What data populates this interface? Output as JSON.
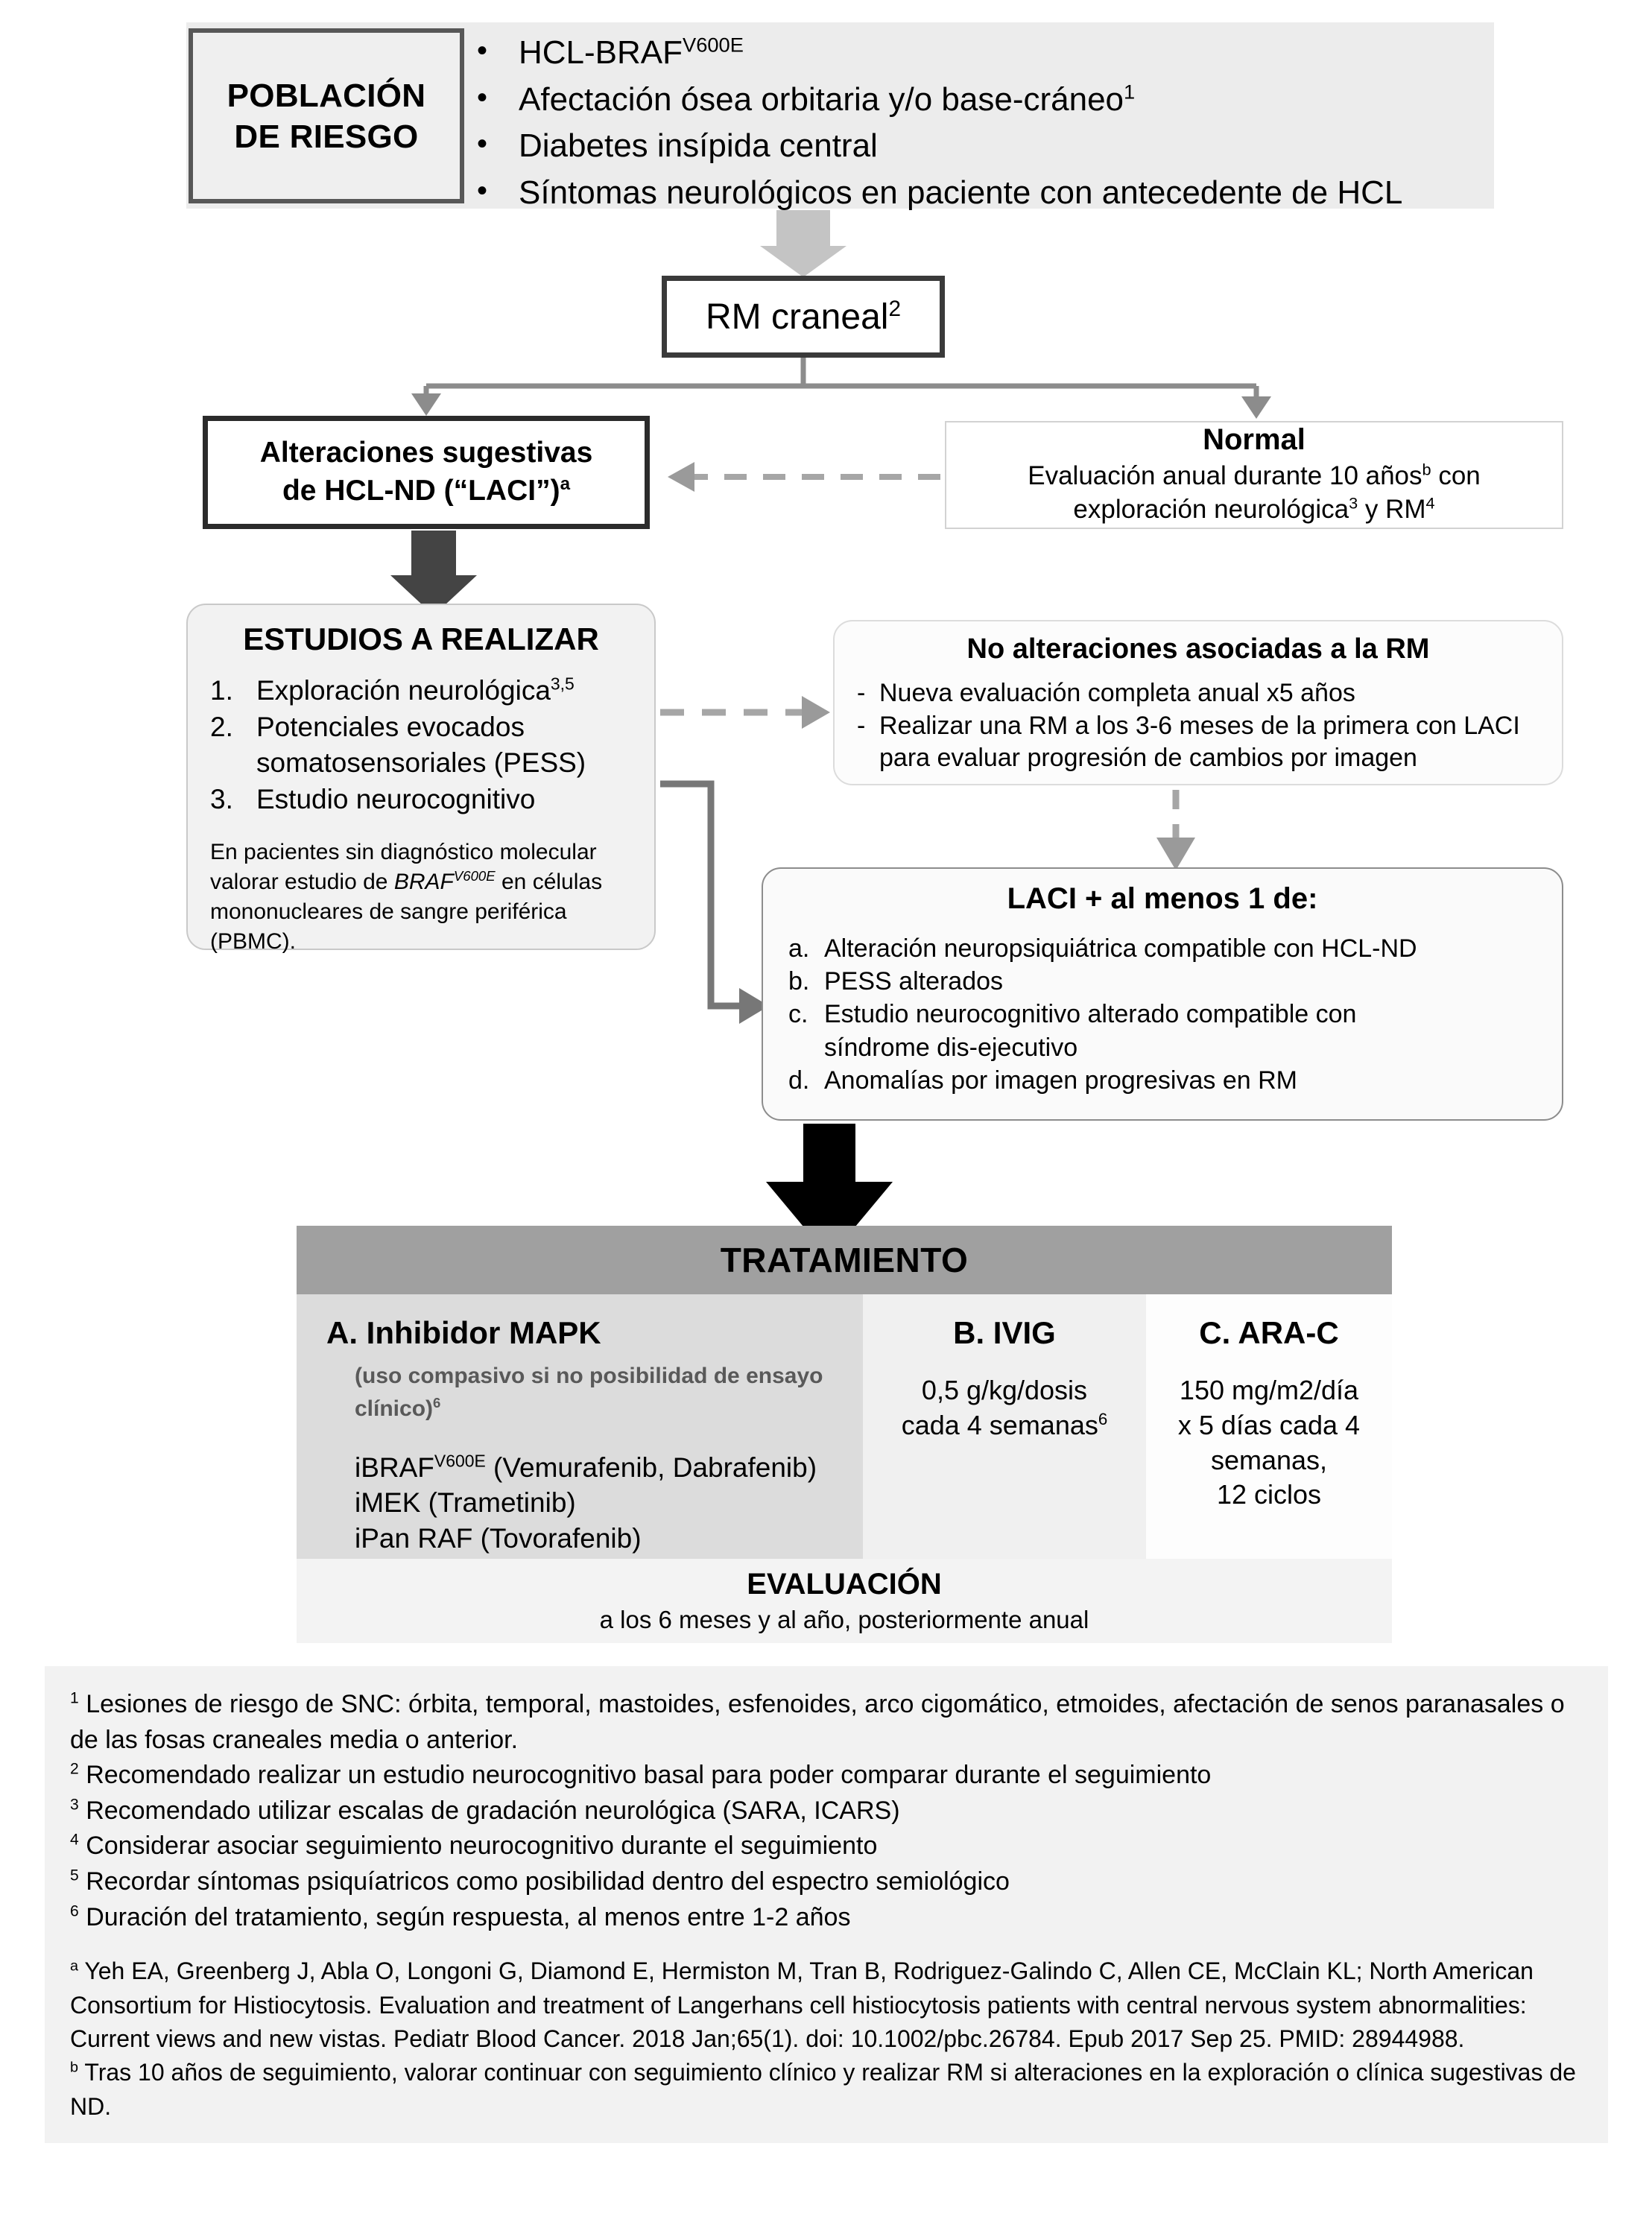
{
  "population": {
    "label": "POBLACIÓN\nDE RIESGO",
    "label_line1": "POBLACIÓN",
    "label_line2": "DE RIESGO",
    "items": [
      {
        "text": "HCL-BRAF",
        "sup": "V600E",
        "after": ""
      },
      {
        "text": "Afectación ósea orbitaria y/o base-cráneo",
        "sup": "1",
        "after": ""
      },
      {
        "text": "Diabetes insípida central",
        "sup": "",
        "after": ""
      },
      {
        "text": "Síntomas neurológicos en paciente con antecedente de HCL",
        "sup": "",
        "after": ""
      }
    ]
  },
  "rm": {
    "label": "RM craneal",
    "sup": "2"
  },
  "alteraciones": {
    "line1": "Alteraciones sugestivas",
    "line2": "de HCL-ND (“LACI”)",
    "sup": "a"
  },
  "normal": {
    "title": "Normal",
    "line1_a": "Evaluación anual  durante 10 años",
    "line1_sup": "b",
    "line1_b": " con",
    "line2_a": "exploración neurológica",
    "line2_sup1": "3",
    "line2_b": " y RM",
    "line2_sup2": "4"
  },
  "estudios": {
    "title": "ESTUDIOS A REALIZAR",
    "items": [
      {
        "n": "1.",
        "text": "Exploración neurológica",
        "sup": "3,5"
      },
      {
        "n": "2.",
        "text": "Potenciales evocados",
        "sup": ""
      },
      {
        "n": "",
        "text": "somatosensoriales (PESS)",
        "sup": ""
      },
      {
        "n": "3.",
        "text": "Estudio neurocognitivo",
        "sup": ""
      }
    ],
    "note_a": "En pacientes sin diagnóstico molecular valorar estudio de ",
    "note_gene": "BRAF",
    "note_gene_sup": "V600E",
    "note_b": " en células mononucleares de sangre periférica (PBMC)."
  },
  "no_alteraciones": {
    "title": "No alteraciones asociadas a la RM",
    "items": [
      "Nueva evaluación completa  anual  x5 años",
      "Realizar una RM a los 3-6 meses de la primera con LACI para evaluar progresión de cambios por imagen"
    ]
  },
  "laci": {
    "title": "LACI + al menos 1 de:",
    "items": [
      {
        "n": "a.",
        "text": "Alteración neuropsiquiátrica compatible con HCL-ND",
        "cont": ""
      },
      {
        "n": "b.",
        "text": "PESS alterados",
        "cont": ""
      },
      {
        "n": "c.",
        "text": "Estudio neurocognitivo alterado compatible con",
        "cont": "síndrome dis-ejecutivo"
      },
      {
        "n": "d.",
        "text": "Anomalías por imagen progresivas en RM",
        "cont": ""
      }
    ]
  },
  "tratamiento": {
    "header": "TRATAMIENTO",
    "col_a": {
      "title": "A. Inhibidor MAPK",
      "sub_a": "(uso compasivo si no posibilidad de ensayo clínico)",
      "sub_sup": "6",
      "drug1_a": "iBRAF",
      "drug1_sup": "V600E",
      "drug1_b": " (Vemurafenib, Dabrafenib)",
      "drug2": "iMEK (Trametinib)",
      "drug3": "iPan RAF (Tovorafenib)"
    },
    "col_b": {
      "title": "B. IVIG",
      "line1": "0,5 g/kg/dosis",
      "line2_a": "cada 4 semanas",
      "line2_sup": "6"
    },
    "col_c": {
      "title": "C. ARA-C",
      "line1": "150 mg/m2/día",
      "line2": "x 5 días cada 4",
      "line3": "semanas,",
      "line4": "12 ciclos"
    },
    "evaluacion": {
      "title": "EVALUACIÓN",
      "sub": "a los 6 meses y al año, posteriormente anual"
    }
  },
  "footnotes": {
    "numbered": [
      {
        "mark": "1",
        "text": "Lesiones de riesgo de SNC: órbita, temporal, mastoides, esfenoides, arco cigomático, etmoides, afectación de senos paranasales o de las  fosas craneales media o anterior."
      },
      {
        "mark": "2",
        "text": "Recomendado realizar un estudio neurocognitivo basal para poder comparar durante el seguimiento"
      },
      {
        "mark": "3",
        "text": "Recomendado utilizar escalas de gradación neurológica (SARA, ICARS)"
      },
      {
        "mark": "4",
        "text": "Considerar asociar seguimiento neurocognitivo durante el seguimiento"
      },
      {
        "mark": "5",
        "text": "Recordar síntomas psiquíatricos como posibilidad dentro del espectro semiológico"
      },
      {
        "mark": "6",
        "text": "Duración del tratamiento, según respuesta, al menos entre 1-2 años"
      }
    ],
    "lettered": [
      {
        "mark": "a",
        "text": "Yeh EA, Greenberg J, Abla O, Longoni G, Diamond E, Hermiston M, Tran B, Rodriguez-Galindo C, Allen CE, McClain KL; North American Consortium for Histiocytosis. Evaluation and treatment of Langerhans cell histiocytosis patients with central nervous system abnormalities: Current views and new vistas. Pediatr Blood Cancer. 2018 Jan;65(1). doi: 10.1002/pbc.26784. Epub 2017 Sep 25. PMID: 28944988."
      },
      {
        "mark": "b",
        "text": "Tras 10 años de seguimiento, valorar continuar con seguimiento clínico y realizar RM si alteraciones en la exploración o clínica sugestivas de ND."
      }
    ]
  },
  "colors": {
    "band_gray": "#ececec",
    "header_gray": "#a0a0a0",
    "col_a_gray": "#dcdcdc",
    "connector_gray": "#8c8c8c",
    "dark_border": "#3a3a3a",
    "footnote_bg": "#f2f2f2"
  }
}
